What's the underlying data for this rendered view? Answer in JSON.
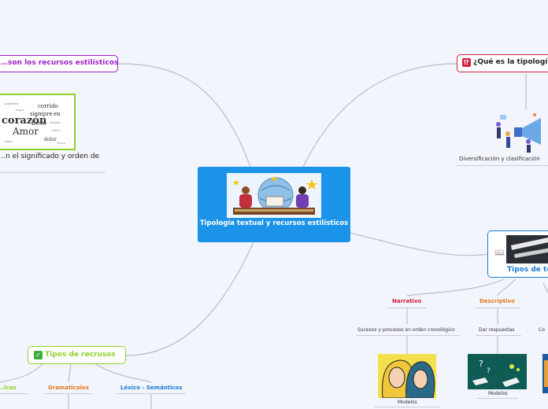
{
  "central": {
    "title": "Tipología textual y recursos estilísticos"
  },
  "left_top": {
    "title": "…son los recursos estilísticos?",
    "caption": "…n el significado y orden de",
    "cloud_words": [
      "corazón",
      "beso",
      "Amor",
      "corrido",
      "siempre",
      "en",
      "dolor"
    ]
  },
  "right_top": {
    "title": "¿Qué es la tipologí",
    "badge": "⁉",
    "caption": "Diversificación y clasificación"
  },
  "right_mid": {
    "title": "Tipos de te"
  },
  "narrativo": {
    "label": "Narrativo",
    "desc": "Sucesos y procesos en orden cronológico",
    "model": "Modelos"
  },
  "descriptivo": {
    "label": "Descriptivo",
    "desc": "Dar respuestas",
    "model": "Modelos"
  },
  "third": {
    "desc": "Co"
  },
  "recursos": {
    "title": "Tipos de recrusos",
    "badge": "✓",
    "cats": [
      "…icos",
      "Gramaticales",
      "Léxico - Semánticos"
    ]
  },
  "colors": {
    "central": "#1a93e8",
    "purple": "#a020c8",
    "red": "#d01f3c",
    "blue": "#1a7ad6",
    "green": "#8ed12c",
    "orange": "#e8781f",
    "link": "#b8bec9"
  }
}
